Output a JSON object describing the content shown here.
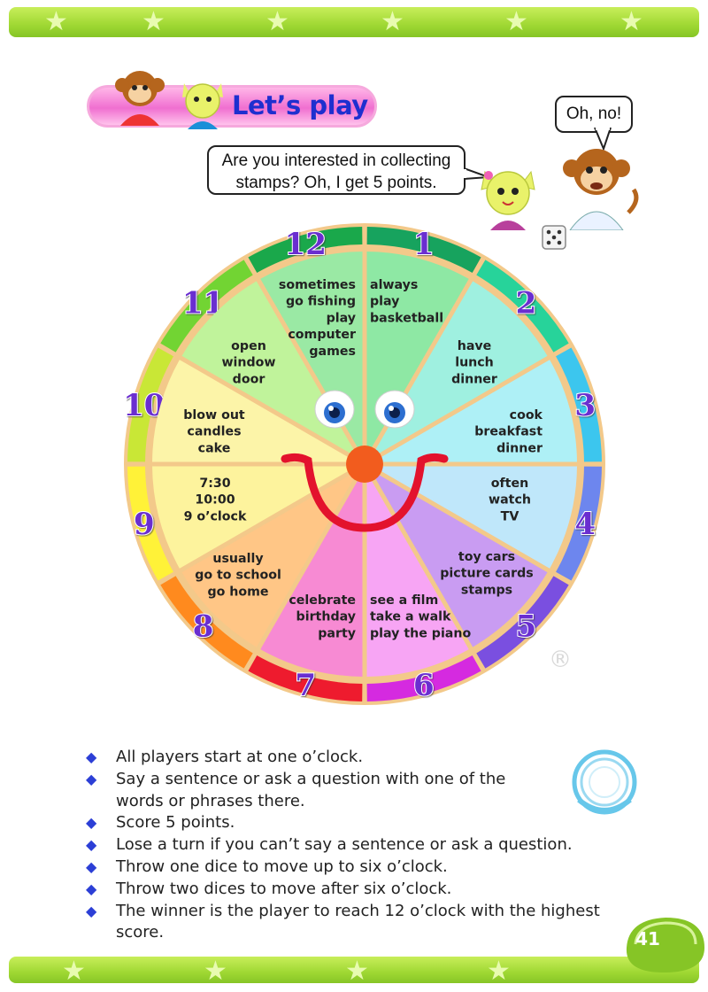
{
  "banner": {
    "title": "Let’s play"
  },
  "bubbles": {
    "monkey": "Oh, no!",
    "cat_line1": "Are you interested in collecting",
    "cat_line2": "stamps? Oh, I get 5 points."
  },
  "watermark": "®",
  "wheel": {
    "numbers": [
      "12",
      "1",
      "2",
      "3",
      "4",
      "5",
      "6",
      "7",
      "8",
      "9",
      "10",
      "11"
    ],
    "sectors": {
      "s1": [
        "always",
        "play",
        "basketball"
      ],
      "s2": [
        "have",
        "lunch",
        "dinner"
      ],
      "s3": [
        "cook",
        "breakfast",
        "dinner"
      ],
      "s4": [
        "often",
        "watch",
        "TV"
      ],
      "s5": [
        "toy cars",
        "picture cards",
        "stamps"
      ],
      "s6": [
        "see a film",
        "take a walk",
        "play the piano"
      ],
      "s7": [
        "celebrate",
        "birthday",
        "party"
      ],
      "s8": [
        "usually",
        "go to school",
        "go home"
      ],
      "s9": [
        "7:30",
        "10:00",
        "9 o’clock"
      ],
      "s10": [
        "blow out",
        "candles",
        "cake"
      ],
      "s11": [
        "open",
        "window",
        "door"
      ],
      "s12": [
        "sometimes",
        "go fishing",
        "play",
        "computer",
        "games"
      ]
    }
  },
  "rules": [
    "All players start at one o’clock.",
    "Say a sentence or ask a question with one of the words or phrases there.",
    "Score 5 points.",
    "Lose a turn if you can’t say a sentence or ask a question.",
    "Throw one dice to move up to six o’clock.",
    "Throw two dices to move after six o’clock.",
    "The winner is the player to reach 12 o’clock with the highest score."
  ],
  "page_number": "41",
  "colors": {
    "band_green": "#9fd833",
    "banner_pink": "#f06fd0",
    "title_blue": "#1e2fcf",
    "bullet_blue": "#2c3fd6",
    "wheel_border": "#f3c98a",
    "center_orange": "#f25c1e",
    "smile_red": "#e3122d"
  },
  "icons": [
    "monkey-character",
    "cat-character",
    "dice-icon",
    "stamp-badge-icon",
    "diamond-bullet-icon"
  ]
}
